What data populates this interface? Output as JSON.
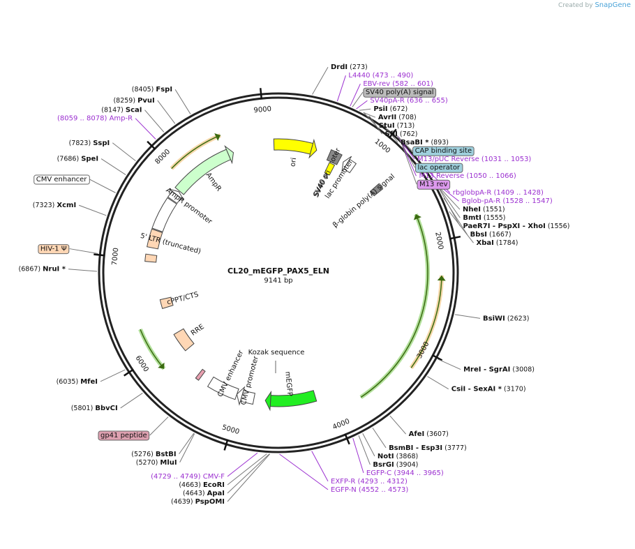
{
  "app": {
    "credit_prefix": "Created by",
    "credit_brand": "SnapGene"
  },
  "plasmid": {
    "name": "CL20_mEGFP_PAX5_ELN",
    "size": "9141 bp",
    "length": 9141
  },
  "ticks": [
    {
      "bp": 1000,
      "label": "1000"
    },
    {
      "bp": 2000,
      "label": "2000"
    },
    {
      "bp": 3000,
      "label": "3000"
    },
    {
      "bp": 4000,
      "label": "4000"
    },
    {
      "bp": 5000,
      "label": "5000"
    },
    {
      "bp": 6000,
      "label": "6000"
    },
    {
      "bp": 7000,
      "label": "7000"
    },
    {
      "bp": 8000,
      "label": "8000"
    },
    {
      "bp": 9000,
      "label": "9000"
    }
  ],
  "arc_features": [
    {
      "name": "ori",
      "start": 9090,
      "end": 440,
      "strand": 1,
      "color": "#ffff00",
      "ring": 2,
      "label": "ori"
    },
    {
      "name": "SV40 promoter",
      "start": 590,
      "end": 720,
      "strand": 0,
      "color": "#888888",
      "ring": 2,
      "label": "SV40 promoter"
    },
    {
      "name": "lac promoter",
      "start": 770,
      "end": 900,
      "strand": -1,
      "color": "#ffffff",
      "ring": 2,
      "label": "lac promoter"
    },
    {
      "name": "SV40 ori",
      "start": 630,
      "end": 700,
      "strand": 0,
      "color": "#ffff00",
      "ring": 3,
      "label": "SV40 ori"
    },
    {
      "name": "beta-globin polyA",
      "start": 1230,
      "end": 1300,
      "strand": 0,
      "color": "#888888",
      "ring": 2,
      "label": "β-globin poly(A) signal"
    },
    {
      "name": "mEGFP",
      "start": 4150,
      "end": 4720,
      "strand": 1,
      "color": "#22ee22",
      "ring": 2,
      "label": "mEGFP"
    },
    {
      "name": "CMV promoter",
      "start": 4850,
      "end": 5050,
      "strand": 1,
      "color": "#ffffff",
      "ring": 2,
      "label": "CMV promoter"
    },
    {
      "name": "CMV enhancer",
      "start": 5050,
      "end": 5380,
      "strand": 0,
      "color": "#ffffff",
      "ring": 2,
      "label": "CMV enhancer"
    },
    {
      "name": "cPPT/CTS",
      "start": 5500,
      "end": 5540,
      "strand": 0,
      "color": "#e8a0b0",
      "ring": 2,
      "label": ""
    },
    {
      "name": "RRE",
      "start": 5840,
      "end": 6080,
      "strand": 0,
      "color": "#ffd7b5",
      "ring": 3,
      "label": "RRE"
    },
    {
      "name": "cPPT2",
      "start": 6420,
      "end": 6530,
      "strand": 0,
      "color": "#ffd7b5",
      "ring": 3,
      "label": "cPPT/CTS"
    },
    {
      "name": "HIV psi",
      "start": 6980,
      "end": 7060,
      "strand": 0,
      "color": "#ffd7b5",
      "ring": 2,
      "label": ""
    },
    {
      "name": "5 LTR truncated",
      "start": 7140,
      "end": 7340,
      "strand": 0,
      "color": "#ffd7b5",
      "ring": 2,
      "label": "5' LTR (truncated)"
    },
    {
      "name": "CMV enhancer 2",
      "start": 7350,
      "end": 7720,
      "strand": 0,
      "color": "#ffffff",
      "ring": 2,
      "label": ""
    },
    {
      "name": "AmpR promoter",
      "start": 7730,
      "end": 7850,
      "strand": 1,
      "color": "#ffffff",
      "ring": 2,
      "label": "AmpR promoter"
    },
    {
      "name": "AmpR",
      "start": 7860,
      "end": 8620,
      "strand": 1,
      "color": "#ccffcc",
      "ring": 2,
      "label": "AmpR"
    }
  ],
  "orf_arcs": [
    {
      "start": 7980,
      "end": 8560,
      "strand": 1,
      "color": "#e8a640",
      "ring": 1
    },
    {
      "start": 1700,
      "end": 3720,
      "strand": -1,
      "color": "#55bb22",
      "ring": 1
    },
    {
      "start": 2310,
      "end": 3190,
      "strand": -1,
      "color": "#e8a640",
      "ring": 0
    },
    {
      "start": 5840,
      "end": 6290,
      "strand": -1,
      "color": "#55bb22",
      "ring": 1
    }
  ],
  "center_labels": [
    {
      "text": "Kozak sequence"
    }
  ],
  "left_labels": [
    {
      "bp": 8405,
      "pos": "(8405)",
      "name": "FspI",
      "kind": "enzyme",
      "box": null
    },
    {
      "bp": 8259,
      "pos": "(8259)",
      "name": "PvuI",
      "kind": "enzyme",
      "box": null
    },
    {
      "bp": 8147,
      "pos": "(8147)",
      "name": "ScaI",
      "kind": "enzyme",
      "box": null
    },
    {
      "bp": 8060,
      "pos": "(8059 .. 8078)",
      "name": "Amp-R",
      "kind": "primer",
      "box": null
    },
    {
      "bp": 7823,
      "pos": "(7823)",
      "name": "SspI",
      "kind": "enzyme",
      "box": null
    },
    {
      "bp": 7686,
      "pos": "(7686)",
      "name": "SpeI",
      "kind": "enzyme",
      "box": null
    },
    {
      "bp": 7520,
      "pos": "",
      "name": "CMV enhancer",
      "kind": "feature",
      "box": "#ffffff"
    },
    {
      "bp": 7323,
      "pos": "(7323)",
      "name": "XcmI",
      "kind": "enzyme",
      "box": null
    },
    {
      "bp": 7010,
      "pos": "",
      "name": "HIV-1 Ψ",
      "kind": "feature",
      "box": "#ffd7b5"
    },
    {
      "bp": 6867,
      "pos": "(6867)",
      "name": "NruI *",
      "kind": "enzyme",
      "box": null
    },
    {
      "bp": 6035,
      "pos": "(6035)",
      "name": "MfeI",
      "kind": "enzyme",
      "box": null
    },
    {
      "bp": 5801,
      "pos": "(5801)",
      "name": "BbvCI",
      "kind": "enzyme",
      "box": null
    },
    {
      "bp": 5520,
      "pos": "",
      "name": "gp41 peptide",
      "kind": "feature",
      "box": "#dda0b0"
    },
    {
      "bp": 5276,
      "pos": "(5276)",
      "name": "BstBI",
      "kind": "enzyme",
      "box": null
    },
    {
      "bp": 5270,
      "pos": "(5270)",
      "name": "MluI",
      "kind": "enzyme",
      "box": null
    },
    {
      "bp": 4739,
      "pos": "(4729 .. 4749)",
      "name": "CMV-F",
      "kind": "primer",
      "box": null
    },
    {
      "bp": 4663,
      "pos": "(4663)",
      "name": "EcoRI",
      "kind": "enzyme",
      "box": null
    },
    {
      "bp": 4643,
      "pos": "(4643)",
      "name": "ApaI",
      "kind": "enzyme",
      "box": null
    },
    {
      "bp": 4639,
      "pos": "(4639)",
      "name": "PspOMI",
      "kind": "enzyme",
      "box": null
    }
  ],
  "right_labels": [
    {
      "bp": 273,
      "text": [
        [
          "DrdI",
          "enzyme"
        ],
        [
          "(273)",
          "pos"
        ]
      ],
      "box": null
    },
    {
      "bp": 481,
      "text": [
        [
          "L4440",
          "primer"
        ],
        [
          "(473 .. 490)",
          "primer"
        ]
      ],
      "box": null
    },
    {
      "bp": 591,
      "text": [
        [
          "EBV-rev",
          "primer"
        ],
        [
          "(582 .. 601)",
          "primer"
        ]
      ],
      "box": null
    },
    {
      "bp": 610,
      "text": [
        [
          "SV40 poly(A) signal",
          "feature"
        ]
      ],
      "box": "#bbbbbb"
    },
    {
      "bp": 645,
      "text": [
        [
          "SV40pA-R",
          "primer"
        ],
        [
          "(636 .. 655)",
          "primer"
        ]
      ],
      "box": null
    },
    {
      "bp": 672,
      "text": [
        [
          "PsiI",
          "enzyme"
        ],
        [
          "(672)",
          "pos"
        ]
      ],
      "box": null
    },
    {
      "bp": 708,
      "text": [
        [
          "AvrII",
          "enzyme"
        ],
        [
          "(708)",
          "pos"
        ]
      ],
      "box": null
    },
    {
      "bp": 713,
      "text": [
        [
          "StuI",
          "enzyme"
        ],
        [
          "(713)",
          "pos"
        ]
      ],
      "box": null
    },
    {
      "bp": 762,
      "text": [
        [
          "SfiI",
          "enzyme"
        ],
        [
          "(762)",
          "pos"
        ]
      ],
      "box": null
    },
    {
      "bp": 893,
      "text": [
        [
          "BsaBI *",
          "enzyme"
        ],
        [
          "(893)",
          "pos"
        ]
      ],
      "box": null
    },
    {
      "bp": 1020,
      "text": [
        [
          "CAP binding site",
          "feature"
        ]
      ],
      "box": "#9fd0dd"
    },
    {
      "bp": 1042,
      "text": [
        [
          "M13/pUC Reverse",
          "primer"
        ],
        [
          "(1031 .. 1053)",
          "primer"
        ]
      ],
      "box": null
    },
    {
      "bp": 1045,
      "text": [
        [
          "lac operator",
          "feature"
        ]
      ],
      "box": "#9fd0dd"
    },
    {
      "bp": 1058,
      "text": [
        [
          "M13 Reverse",
          "primer"
        ],
        [
          "(1050 .. 1066)",
          "primer"
        ]
      ],
      "box": null
    },
    {
      "bp": 1062,
      "text": [
        [
          "M13 rev",
          "feature"
        ]
      ],
      "box": "#dd99ee"
    },
    {
      "bp": 1418,
      "text": [
        [
          "rbglobpA-R",
          "primer"
        ],
        [
          "(1409 .. 1428)",
          "primer"
        ]
      ],
      "box": null
    },
    {
      "bp": 1537,
      "text": [
        [
          "Bglob-pA-R",
          "primer"
        ],
        [
          "(1528 .. 1547)",
          "primer"
        ]
      ],
      "box": null
    },
    {
      "bp": 1551,
      "text": [
        [
          "NheI",
          "enzyme"
        ],
        [
          "(1551)",
          "pos"
        ]
      ],
      "box": null
    },
    {
      "bp": 1555,
      "text": [
        [
          "BmtI",
          "enzyme"
        ],
        [
          "(1555)",
          "pos"
        ]
      ],
      "box": null
    },
    {
      "bp": 1556,
      "text": [
        [
          "PaeR7I",
          "enzyme"
        ],
        [
          " - PspXI",
          "enzyme"
        ],
        [
          " - XhoI",
          "enzyme"
        ],
        [
          "(1556)",
          "pos"
        ]
      ],
      "box": null
    },
    {
      "bp": 1667,
      "text": [
        [
          "BbsI",
          "enzyme"
        ],
        [
          "(1667)",
          "pos"
        ]
      ],
      "box": null
    },
    {
      "bp": 1784,
      "text": [
        [
          "XbaI",
          "enzyme"
        ],
        [
          "(1784)",
          "pos"
        ]
      ],
      "box": null
    },
    {
      "bp": 2623,
      "text": [
        [
          "BsiWI",
          "enzyme"
        ],
        [
          "(2623)",
          "pos"
        ]
      ],
      "box": null
    },
    {
      "bp": 3008,
      "text": [
        [
          "MreI",
          "enzyme"
        ],
        [
          " - SgrAI",
          "enzyme"
        ],
        [
          "(3008)",
          "pos"
        ]
      ],
      "box": null
    },
    {
      "bp": 3170,
      "text": [
        [
          "CsiI",
          "enzyme"
        ],
        [
          " - SexAI *",
          "enzyme"
        ],
        [
          "(3170)",
          "pos"
        ]
      ],
      "box": null
    },
    {
      "bp": 3607,
      "text": [
        [
          "AfeI",
          "enzyme"
        ],
        [
          "(3607)",
          "pos"
        ]
      ],
      "box": null
    },
    {
      "bp": 3777,
      "text": [
        [
          "BsmBI",
          "enzyme"
        ],
        [
          " - Esp3I",
          "enzyme"
        ],
        [
          "(3777)",
          "pos"
        ]
      ],
      "box": null
    },
    {
      "bp": 3868,
      "text": [
        [
          "NotI",
          "enzyme"
        ],
        [
          "(3868)",
          "pos"
        ]
      ],
      "box": null
    },
    {
      "bp": 3904,
      "text": [
        [
          "BsrGI",
          "enzyme"
        ],
        [
          "(3904)",
          "pos"
        ]
      ],
      "box": null
    },
    {
      "bp": 3955,
      "text": [
        [
          "EGFP-C",
          "primer"
        ],
        [
          "(3944 .. 3965)",
          "primer"
        ]
      ],
      "box": null
    },
    {
      "bp": 4302,
      "text": [
        [
          "EXFP-R",
          "primer"
        ],
        [
          "(4293 .. 4312)",
          "primer"
        ]
      ],
      "box": null
    },
    {
      "bp": 4562,
      "text": [
        [
          "EGFP-N",
          "primer"
        ],
        [
          "(4552 .. 4573)",
          "primer"
        ]
      ],
      "box": null
    }
  ]
}
